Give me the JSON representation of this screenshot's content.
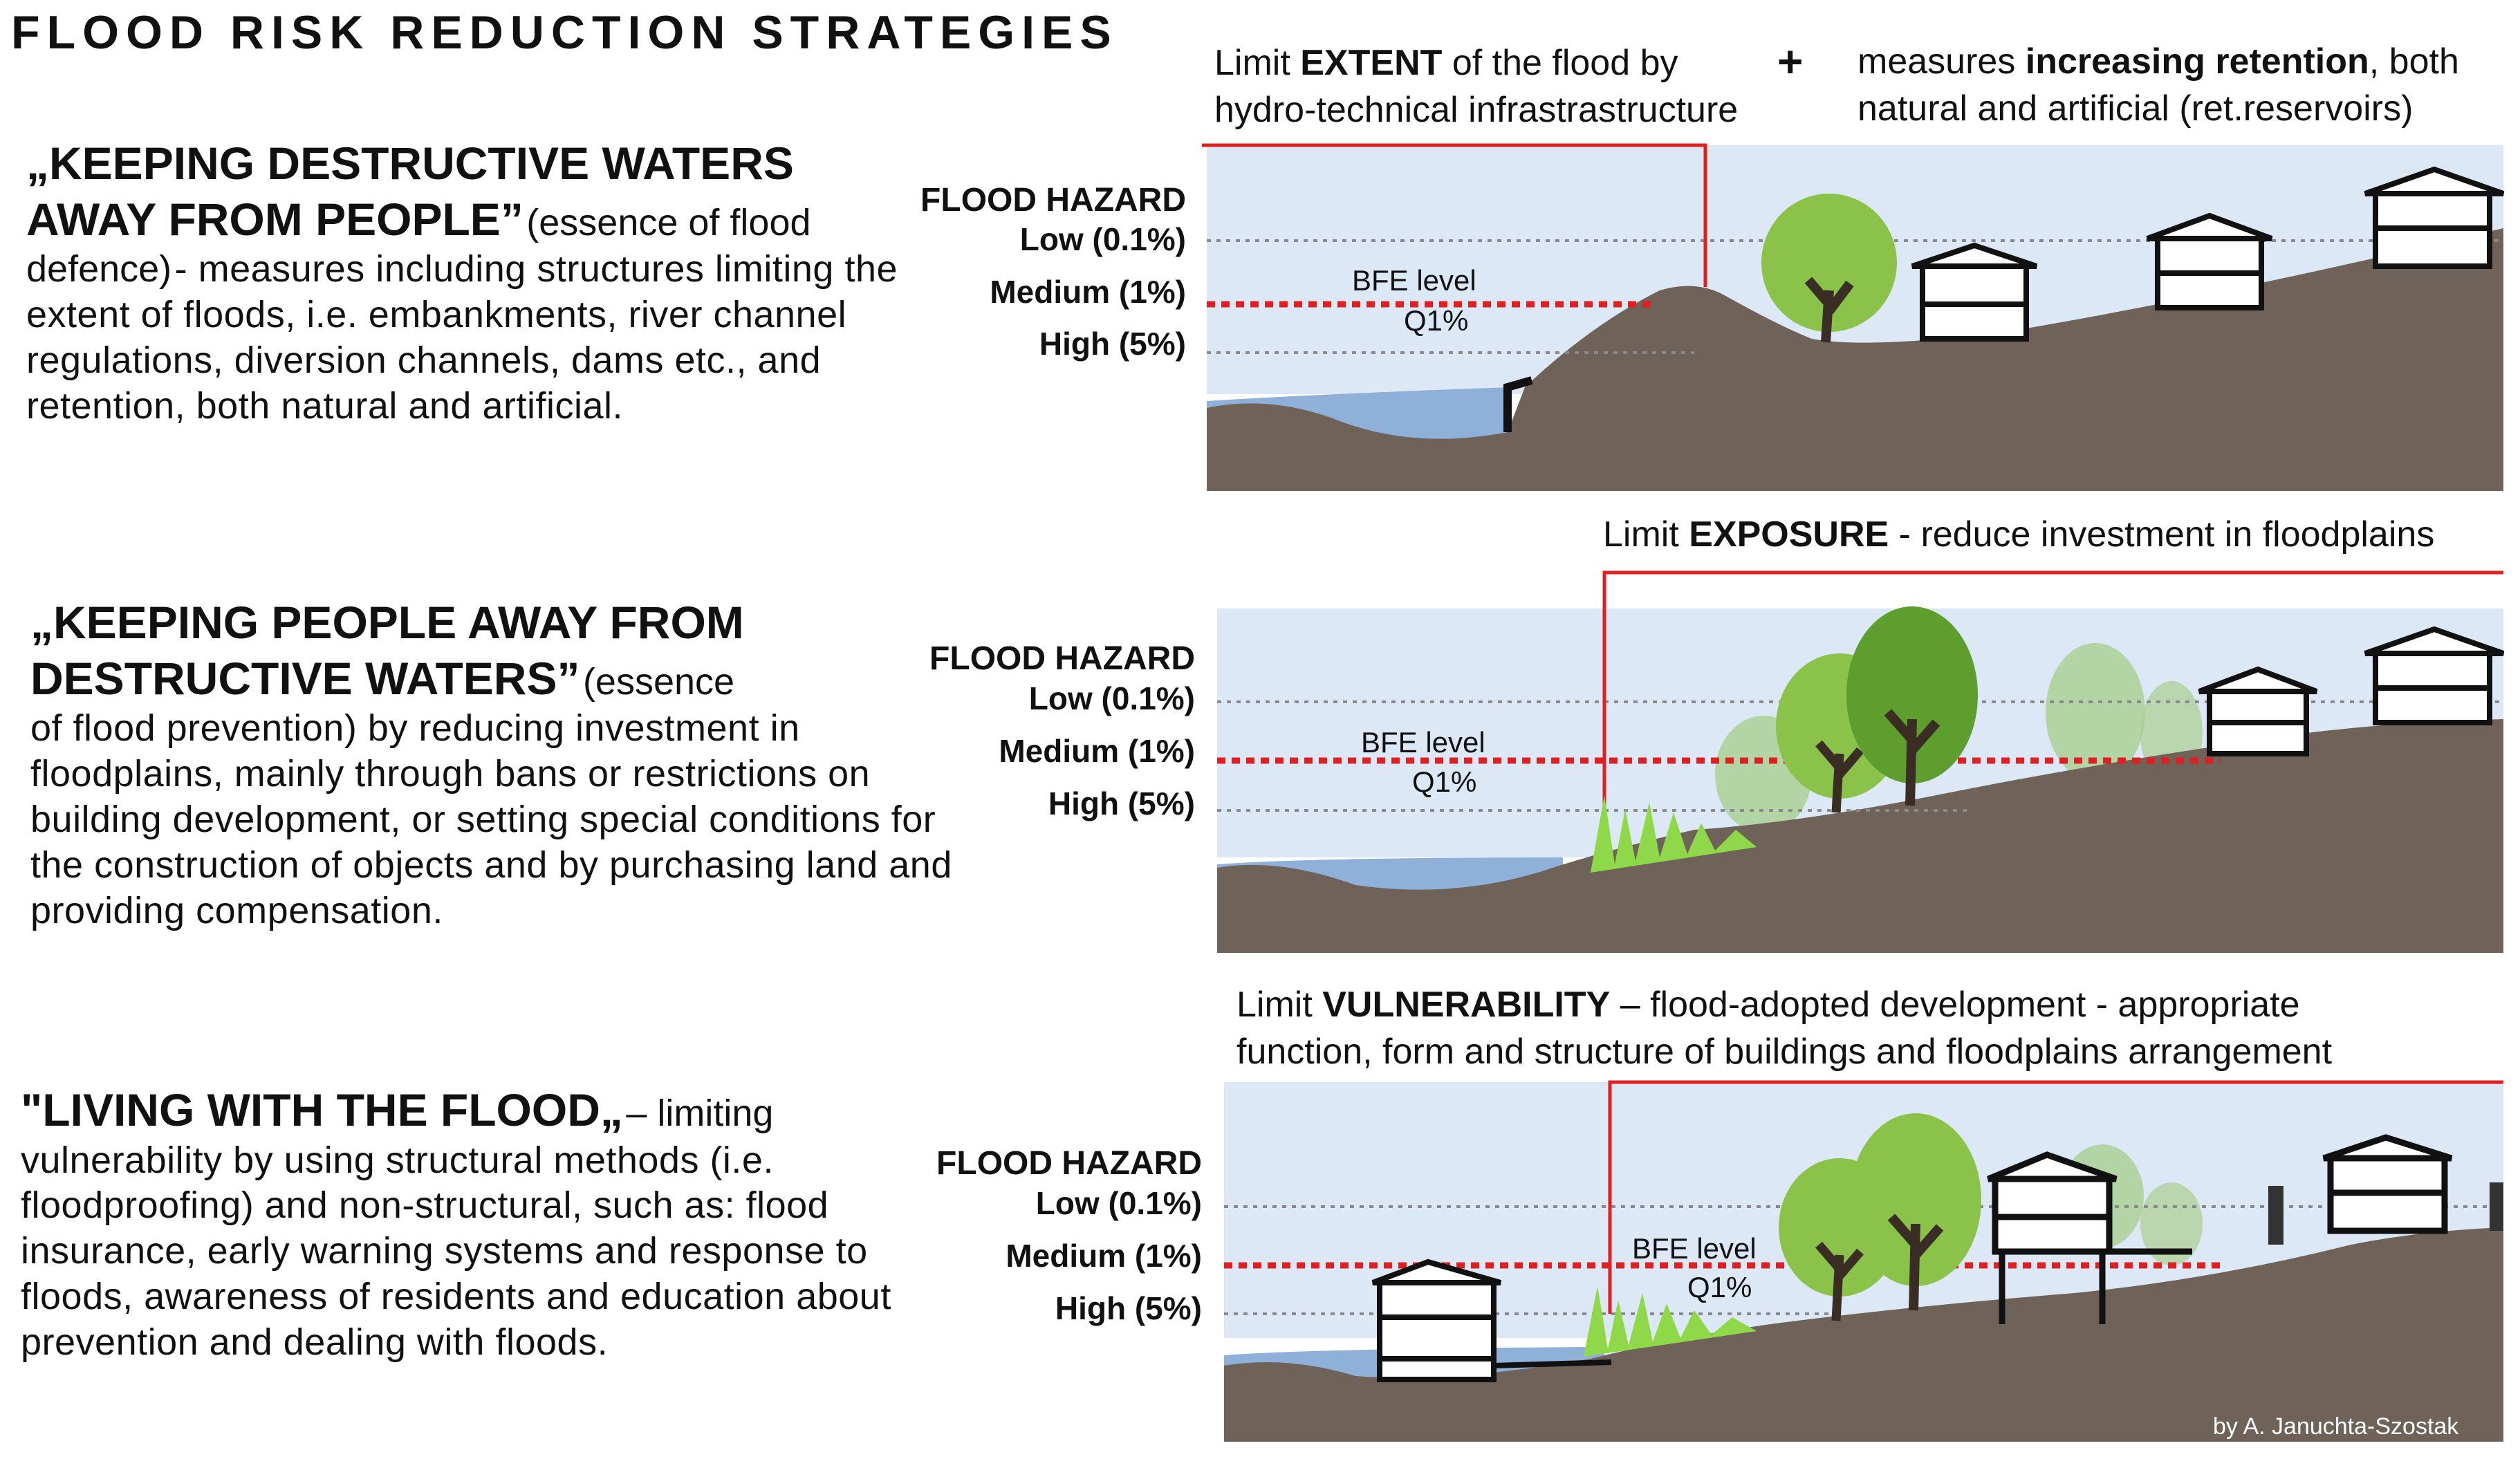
{
  "title": "FLOOD RISK REDUCTION STRATEGIES",
  "strategies": [
    {
      "head": "„KEEPING DESTRUCTIVE WATERS AWAY FROM PEOPLE”",
      "tail": "(essence of flood defence)",
      "body": "- measures including structures limiting the extent of floods, i.e. embankments, river channel regulations, diversion channels, dams etc., and retention, both natural and artificial."
    },
    {
      "head": "„KEEPING PEOPLE AWAY FROM DESTRUCTIVE WATERS”",
      "tail": "(essence",
      "body": "of flood prevention) by reducing investment in floodplains, mainly through bans or restrictions on building development, or setting special conditions for the construction of objects and by purchasing land and providing compensation."
    },
    {
      "head": "\"LIVING WITH THE FLOOD„",
      "tail": "– limiting",
      "body": "vulnerability by using structural methods (i.e. floodproofing) and non-structural, such as: flood insurance, early warning systems and response to floods, awareness of residents and education about prevention and dealing with floods."
    }
  ],
  "captions": {
    "extent_pre": "Limit ",
    "extent_bold": "EXTENT",
    "extent_post": " of the flood by",
    "extent_line2": "hydro-technical infrastrastructure",
    "plus": "+",
    "retention_pre": "measures ",
    "retention_bold": "increasing retention",
    "retention_post": ", both",
    "retention_line2": "natural and artificial (ret.reservoirs)",
    "exposure_pre": "Limit ",
    "exposure_bold": "EXPOSURE",
    "exposure_post": " - reduce investment in floodplains",
    "vuln_pre": "Limit ",
    "vuln_bold": "VULNERABILITY",
    "vuln_post": " – flood-adopted development - appropriate",
    "vuln_line2": "function, form and structure of buildings and floodplains arrangement"
  },
  "hazard": {
    "title": "FLOOD HAZARD",
    "low": "Low (0.1%)",
    "medium": "Medium (1%)",
    "high": "High (5%)"
  },
  "bfe": {
    "label": "BFE level",
    "q": "Q1%"
  },
  "credit": "by A. Januchta-Szostak",
  "colors": {
    "ground": "#6f6259",
    "water_light": "#dce8f5",
    "water_deep": "#8fb0d9",
    "bfe_line": "#e02020",
    "tree_light": "#8bc34a",
    "tree_dark": "#5e9e2e",
    "callout_line": "#e02020"
  }
}
